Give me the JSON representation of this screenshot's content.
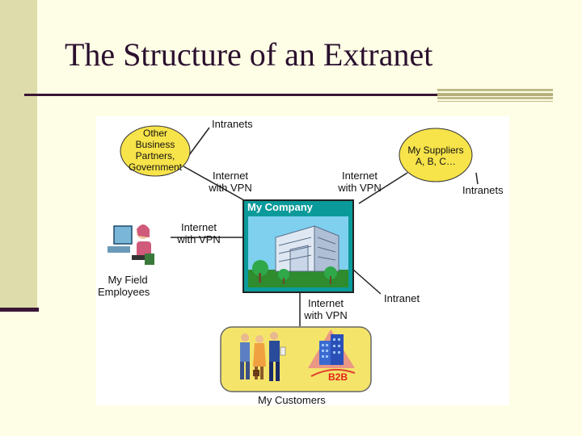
{
  "title": "The Structure of an Extranet",
  "colors": {
    "background": "#fefee6",
    "sidebar": "#dedcaa",
    "accent_dark": "#3a1636",
    "bubble_yellow": "#f7e34a",
    "company_box": "#0a9a9a"
  },
  "diagram": {
    "partners": {
      "line1": "Other",
      "line2": "Business",
      "line3": "Partners,",
      "line4": "Government"
    },
    "suppliers": {
      "line1": "My Suppliers",
      "line2": "A, B, C…"
    },
    "company": {
      "label": "My Company"
    },
    "field_employees": {
      "line1": "My Field",
      "line2": "Employees"
    },
    "customers": {
      "label": "My Customers",
      "badge": "B2B"
    },
    "links": {
      "intranets_top": "Intranets",
      "intranets_right": "Intranets",
      "vpn_left_top": {
        "line1": "Internet",
        "line2": "with VPN"
      },
      "vpn_right_top": {
        "line1": "Internet",
        "line2": "with VPN"
      },
      "vpn_left_mid": {
        "line1": "Internet",
        "line2": "with VPN"
      },
      "vpn_bottom": {
        "line1": "Internet",
        "line2": "with VPN"
      },
      "intranet_bottom_right": "Intranet"
    }
  }
}
